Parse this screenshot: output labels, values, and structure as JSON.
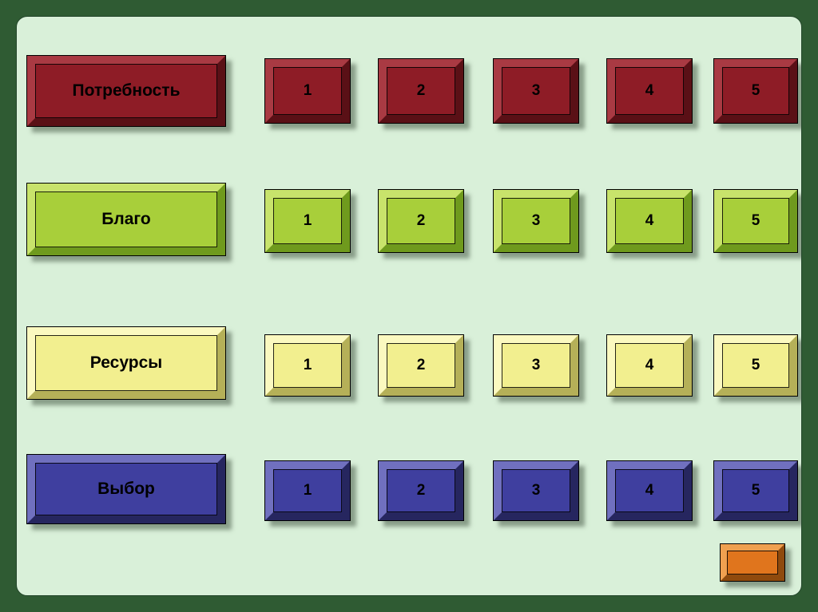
{
  "page": {
    "background_color": "#d9f0d9",
    "frame_color": "#2f5b33"
  },
  "rows": [
    {
      "category": "Потребность",
      "color": "#8e1c26",
      "items": [
        "1",
        "2",
        "3",
        "4",
        "5"
      ]
    },
    {
      "category": "Благо",
      "color": "#a8cf3a",
      "items": [
        "1",
        "2",
        "3",
        "4",
        "5"
      ]
    },
    {
      "category": "Ресурсы",
      "color": "#f2ef8f",
      "items": [
        "1",
        "2",
        "3",
        "4",
        "5"
      ]
    },
    {
      "category": "Выбор",
      "color": "#3f3f9f",
      "items": [
        "1",
        "2",
        "3",
        "4",
        "5"
      ]
    }
  ],
  "action_button": {
    "label": "",
    "color": "#e0751d"
  }
}
